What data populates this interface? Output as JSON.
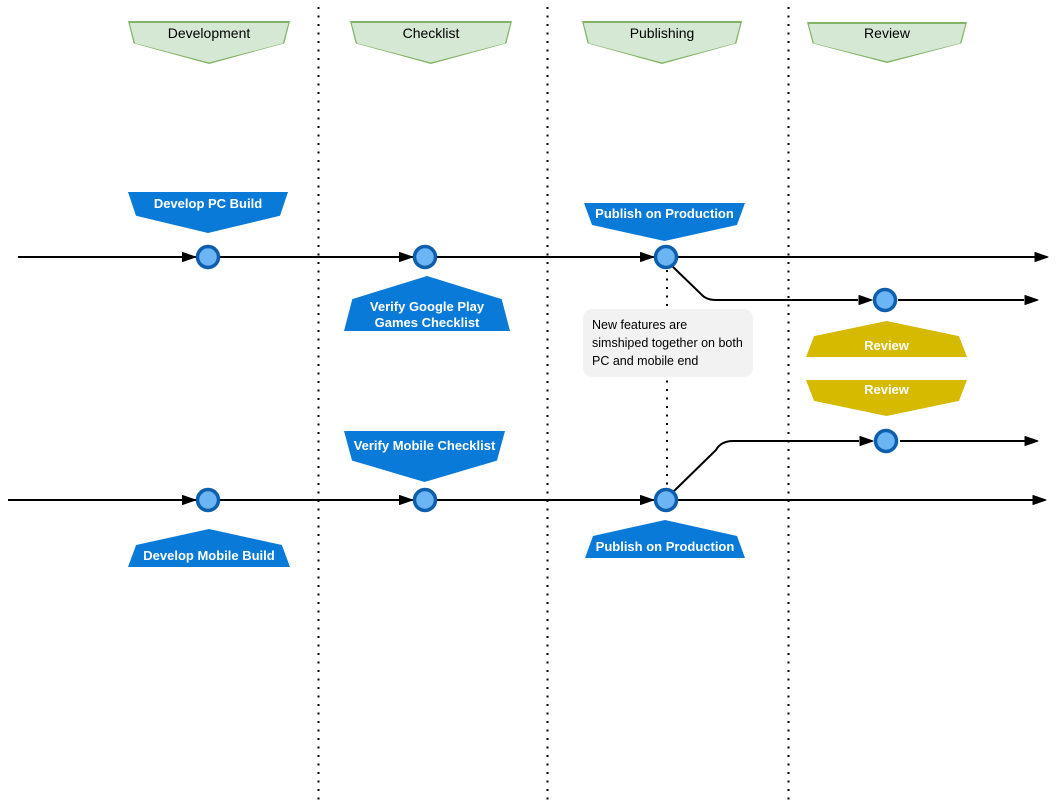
{
  "phase_header": {
    "development": "Development",
    "checklist": "Checklist",
    "publishing": "Publishing",
    "review": "Review"
  },
  "pc_track": {
    "develop": "Develop PC Build",
    "verify": "Verify Google Play\nGames Checklist",
    "publish": "Publish on Production",
    "review": "Review"
  },
  "mobile_track": {
    "develop": "Develop Mobile Build",
    "verify": "Verify Mobile Checklist",
    "publish": "Publish on Production",
    "review": "Review"
  },
  "note": {
    "text": "New features are\nsimshiped together on both\nPC and mobile end"
  },
  "colors": {
    "line": "#000000",
    "phase_fill": "#d5e8d4",
    "phase_border": "#82b366",
    "milestone_blue": "#0a7ad8",
    "review_yellow": "#d5ba00",
    "node_fill": "#6cb5f5",
    "node_border": "#0d5fae",
    "note_bg": "#f2f2f2"
  }
}
